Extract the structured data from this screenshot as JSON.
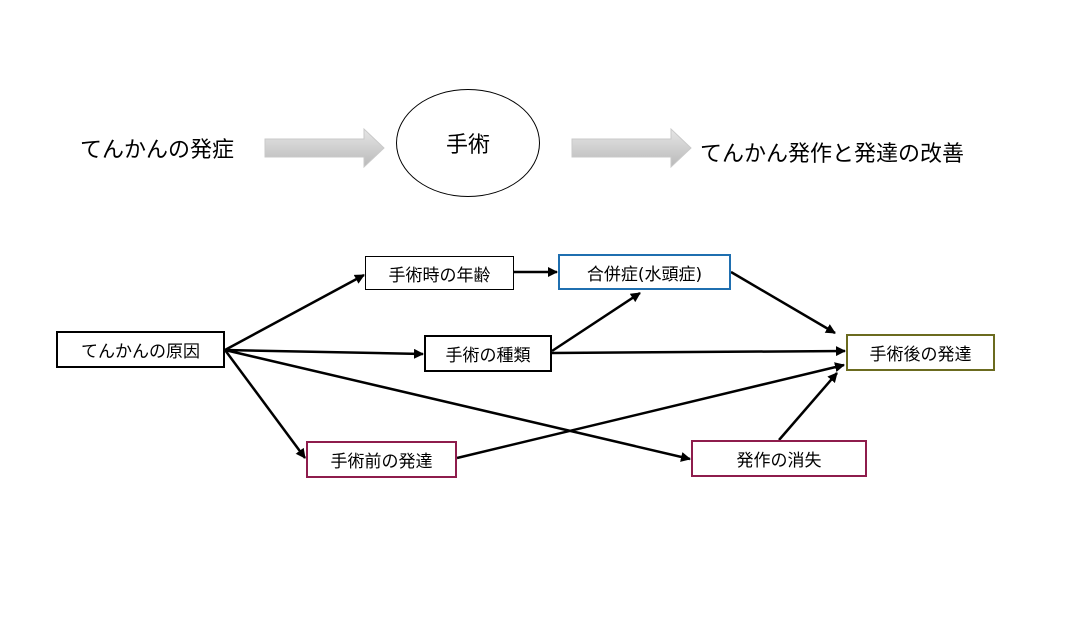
{
  "top_flow": {
    "onset": "てんかんの発症",
    "surgery": "手術",
    "outcome": "てんかん発作と発達の改善"
  },
  "nodes": {
    "cause": "てんかんの原因",
    "age": "手術時の年齢",
    "complication": "合併症(水頭症)",
    "type": "手術の種類",
    "post_dev": "手術後の発達",
    "pre_dev": "手術前の発達",
    "seizure_free": "発作の消失"
  },
  "colors": {
    "blue": "#1f6fb0",
    "maroon": "#8e1c4c",
    "olive": "#6b6b1f",
    "gray_arrow": "#bdbdbd"
  }
}
